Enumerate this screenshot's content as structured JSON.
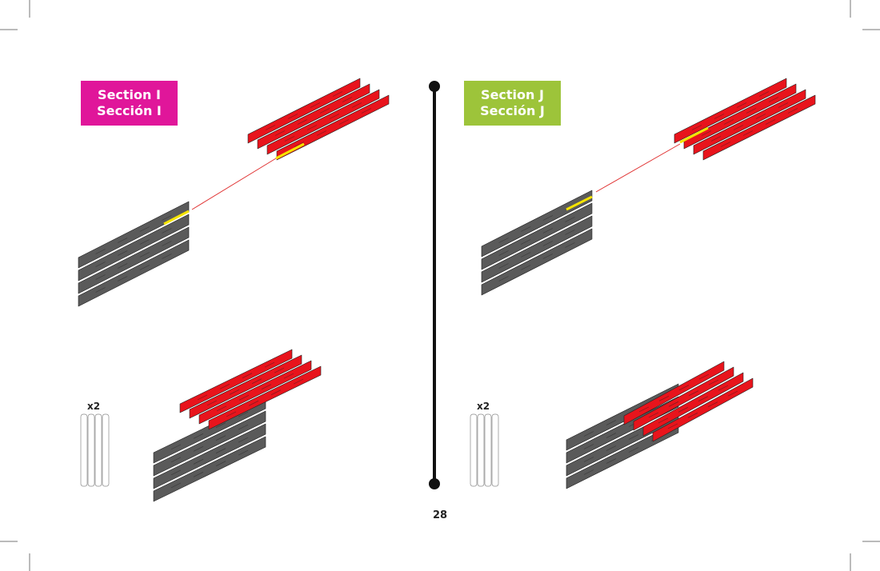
{
  "sections": [
    {
      "title_en": "Section I",
      "title_es": "Sección I",
      "color": "#e0169a",
      "quantity": "x2"
    },
    {
      "title_en": "Section J",
      "title_es": "Sección J",
      "color": "#9dc43a",
      "quantity": "x2"
    }
  ],
  "page_number": "28",
  "colors": {
    "red_part": "#e8141c",
    "gray_part": "#5a5a5a",
    "highlight": "#f5e400",
    "arrow": "#e03030"
  }
}
